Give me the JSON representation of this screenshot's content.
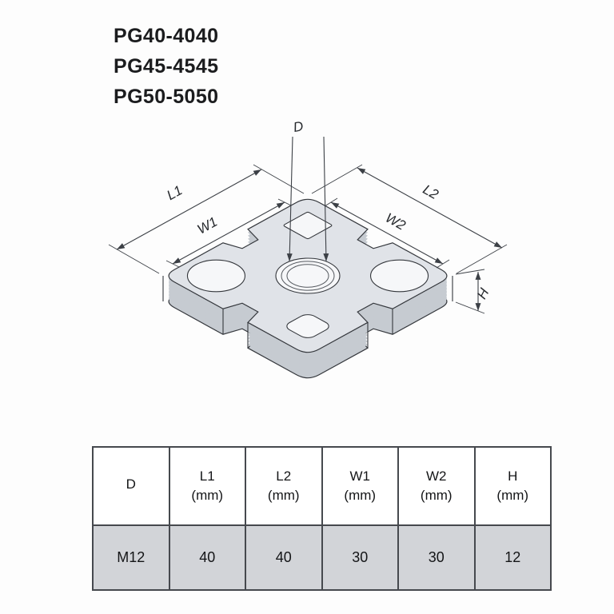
{
  "title_block": {
    "part_numbers": [
      "PG40-4040",
      "PG45-4545",
      "PG50-5050"
    ]
  },
  "diagram": {
    "description": "isometric-view-of-square-fastener-plate-with-center-threaded-hole",
    "dim_labels": {
      "d": "D",
      "l1": "L1",
      "l2": "L2",
      "w1": "W1",
      "w2": "W2",
      "h": "H"
    }
  },
  "spec_table": {
    "columns": [
      {
        "label": "D",
        "unit": ""
      },
      {
        "label": "L1",
        "unit": "(mm)"
      },
      {
        "label": "L2",
        "unit": "(mm)"
      },
      {
        "label": "W1",
        "unit": "(mm)"
      },
      {
        "label": "W2",
        "unit": "(mm)"
      },
      {
        "label": "H",
        "unit": "(mm)"
      }
    ],
    "row": [
      "M12",
      "40",
      "40",
      "30",
      "30",
      "12"
    ]
  },
  "colors": {
    "table_row_bg": "#d2d4d8",
    "table_border": "#46494e",
    "part_top": "#e0e3e8",
    "part_side": "#c6cbd1",
    "line": "#3c4046"
  }
}
